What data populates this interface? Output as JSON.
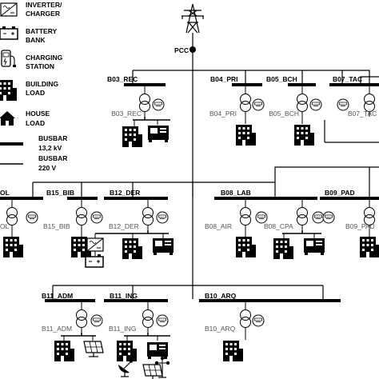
{
  "legend": {
    "inverter": "INVERTER/",
    "charger": "CHARGER",
    "battery": "BATTERY",
    "bank": "BANK",
    "charging": "CHARGING",
    "station": "STATION",
    "building": "BUILDING",
    "building_load": "LOAD",
    "house": "HOUSE",
    "house_load": "LOAD",
    "busbar1": "BUSBAR",
    "busbar1_kv": "13,2 kV",
    "busbar2": "BUSBAR",
    "busbar2_v": "220 V"
  },
  "pcc": "PCC",
  "buses": {
    "b03_rec": "B03_REC",
    "b04_pri": "B04_PRI",
    "b05_bch": "B05_BCH",
    "b07_tac": "B07_TAC",
    "ol": "OL",
    "b15_bib": "B15_BIB",
    "b12_der": "B12_DER",
    "b08_lab": "B08_LAB",
    "b09_pad": "B09_PAD",
    "b11_adm": "B11_ADM",
    "b11_ing": "B11_ING",
    "b10_arq": "B10_ARQ"
  },
  "transformers": {
    "b03_rec": "B03_REC",
    "b04_pri": "B04_PRI",
    "b05_bch": "B05_BCH",
    "b07_tac": "B07_TAC",
    "ol": "OL",
    "b15_bib": "B15_BIB",
    "b12_der": "B12_DER",
    "b08_air": "B08_AIR",
    "b08_cpa": "B08_CPA",
    "b09_pad": "B09_PAD",
    "b11_adm": "B11_ADM",
    "b11_ing": "B11_ING",
    "b10_arq": "B10_ARQ"
  },
  "meter_text": "kWh",
  "colors": {
    "line": "#000000",
    "background": "#ffffff",
    "label": "#555555"
  }
}
